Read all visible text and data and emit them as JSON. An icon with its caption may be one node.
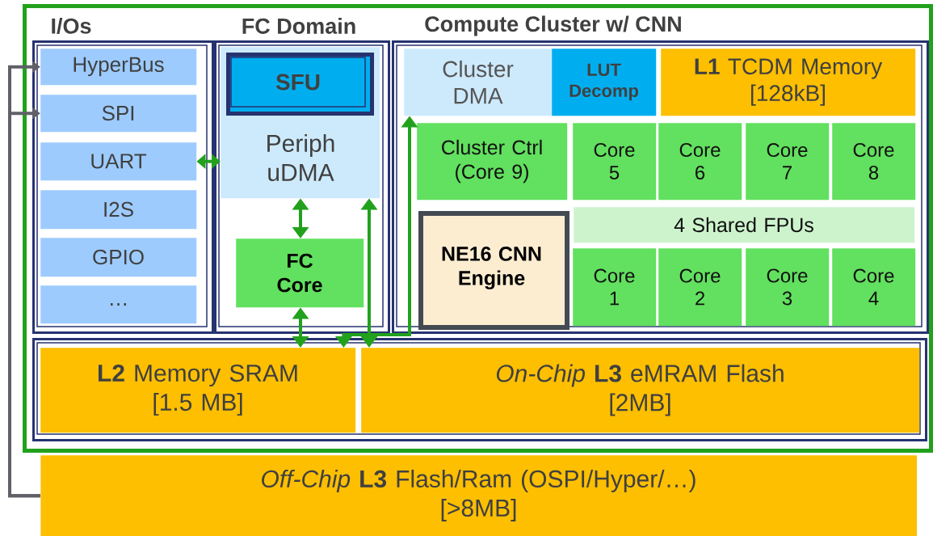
{
  "diagram": {
    "nodes": [
      {
        "text": [],
        "shape": "box"
      },
      {
        "text": [
          "I/Os"
        ],
        "in": 0
      },
      {
        "text": [
          "HyperBus"
        ],
        "in": 1
      },
      {
        "text": [
          "SPI"
        ],
        "in": 1
      },
      {
        "text": [
          "UART"
        ],
        "in": 1
      },
      {
        "text": [
          "I2S"
        ],
        "in": 1
      },
      {
        "text": [
          "GPIO"
        ],
        "in": 1
      },
      {
        "text": [
          "…"
        ],
        "in": 1
      },
      {
        "text": [
          "FC Domain"
        ],
        "in": 0
      },
      {
        "text": [
          "Periph uDMA"
        ],
        "in": 8
      },
      {
        "text": [
          "SFU"
        ],
        "in": 9
      },
      {
        "text": [
          "FC Core"
        ],
        "in": 8
      },
      {
        "text": [
          "Compute Cluster w/ CNN"
        ],
        "in": 0
      },
      {
        "text": [
          "Cluster DMA"
        ],
        "in": 12
      },
      {
        "text": [
          "LUT Decomp"
        ],
        "in": 12
      },
      {
        "text": [
          "**L1** TCDM Memory",
          "[128kB]"
        ],
        "in": 12
      },
      {
        "text": [
          "Cluster Ctrl (Core 9)"
        ],
        "in": 12
      },
      {
        "text": [
          "Core 5"
        ],
        "in": 12
      },
      {
        "text": [
          "Core 6"
        ],
        "in": 12
      },
      {
        "text": [
          "Core 7"
        ],
        "in": 12
      },
      {
        "text": [
          "Core 8"
        ],
        "in": 12
      },
      {
        "text": [
          "NE16 CNN Engine"
        ],
        "in": 12
      },
      {
        "text": [
          "4 Shared FPUs"
        ],
        "in": 12
      },
      {
        "text": [
          "Core 1"
        ],
        "in": 12
      },
      {
        "text": [
          "Core 2"
        ],
        "in": 12
      },
      {
        "text": [
          "Core 3"
        ],
        "in": 12
      },
      {
        "text": [
          "Core 4"
        ],
        "in": 12
      },
      {
        "text": [],
        "shape": "box",
        "in": 0
      },
      {
        "text": [
          "**L2** Memory SRAM",
          "[1.5 MB]"
        ],
        "in": 27
      },
      {
        "text": [
          "*On-Chip* **L3** eMRAM Flash",
          "[2MB]"
        ],
        "in": 27
      },
      {
        "text": [
          "*Off-Chip* **L3** Flash/Ram (OSPI/Hyper/…)",
          "[>8MB]"
        ]
      }
    ],
    "edges": [
      {
        "from": 4,
        "to": 9,
        "arrow": "both"
      },
      {
        "from": 9,
        "to": 11,
        "arrow": "both"
      },
      {
        "from": 11,
        "to": 28,
        "arrow": "both"
      },
      {
        "from": 9,
        "to": 29,
        "arrow": "both"
      },
      {
        "from": 13,
        "to": 28,
        "arrow": "both"
      },
      {
        "from": 30,
        "to": 2,
        "arrow": "to",
        "color": "#5f6068"
      },
      {
        "from": 30,
        "to": 3,
        "arrow": "to",
        "color": "#5f6068"
      }
    ]
  }
}
